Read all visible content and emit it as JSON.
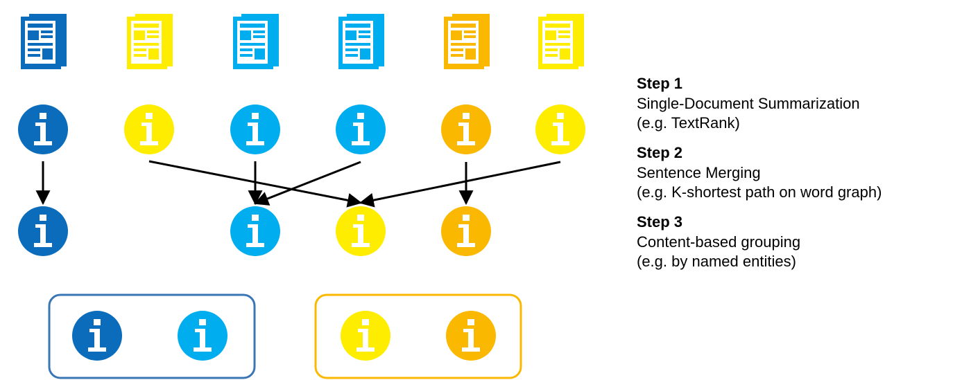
{
  "colors": {
    "dark_blue": "#0a6cba",
    "light_blue": "#00aeef",
    "yellow": "#ffed00",
    "orange": "#fbb800",
    "group_blue_border": "#3a75b5",
    "group_orange_border": "#fbb800",
    "arrow": "#000000"
  },
  "documents": [
    {
      "icon": "newspaper-icon",
      "color": "dark_blue"
    },
    {
      "icon": "newspaper-icon",
      "color": "yellow"
    },
    {
      "icon": "newspaper-icon",
      "color": "light_blue"
    },
    {
      "icon": "newspaper-icon",
      "color": "light_blue"
    },
    {
      "icon": "newspaper-icon",
      "color": "orange"
    },
    {
      "icon": "newspaper-icon",
      "color": "yellow"
    }
  ],
  "summaries": [
    {
      "icon": "info-icon",
      "color": "dark_blue"
    },
    {
      "icon": "info-icon",
      "color": "yellow"
    },
    {
      "icon": "info-icon",
      "color": "light_blue"
    },
    {
      "icon": "info-icon",
      "color": "light_blue"
    },
    {
      "icon": "info-icon",
      "color": "orange"
    },
    {
      "icon": "info-icon",
      "color": "yellow"
    }
  ],
  "merged": [
    {
      "icon": "info-icon",
      "color": "dark_blue"
    },
    {
      "icon": "info-icon",
      "color": "light_blue"
    },
    {
      "icon": "info-icon",
      "color": "yellow"
    },
    {
      "icon": "info-icon",
      "color": "orange"
    }
  ],
  "merge_edges": [
    {
      "from": 0,
      "to": 0
    },
    {
      "from": 1,
      "to": 2
    },
    {
      "from": 2,
      "to": 1
    },
    {
      "from": 3,
      "to": 1
    },
    {
      "from": 4,
      "to": 3
    },
    {
      "from": 5,
      "to": 2
    }
  ],
  "groups": [
    {
      "border": "group_blue_border",
      "members": [
        "dark_blue",
        "light_blue"
      ]
    },
    {
      "border": "group_orange_border",
      "members": [
        "yellow",
        "orange"
      ]
    }
  ],
  "steps": [
    {
      "title": "Step 1",
      "lines": [
        "Single-Document Summarization",
        "(e.g. TextRank)"
      ]
    },
    {
      "title": "Step 2",
      "lines": [
        "Sentence Merging",
        "(e.g. K-shortest path on word graph)"
      ]
    },
    {
      "title": "Step 3",
      "lines": [
        "Content-based grouping",
        "(e.g. by named entities)"
      ]
    }
  ]
}
